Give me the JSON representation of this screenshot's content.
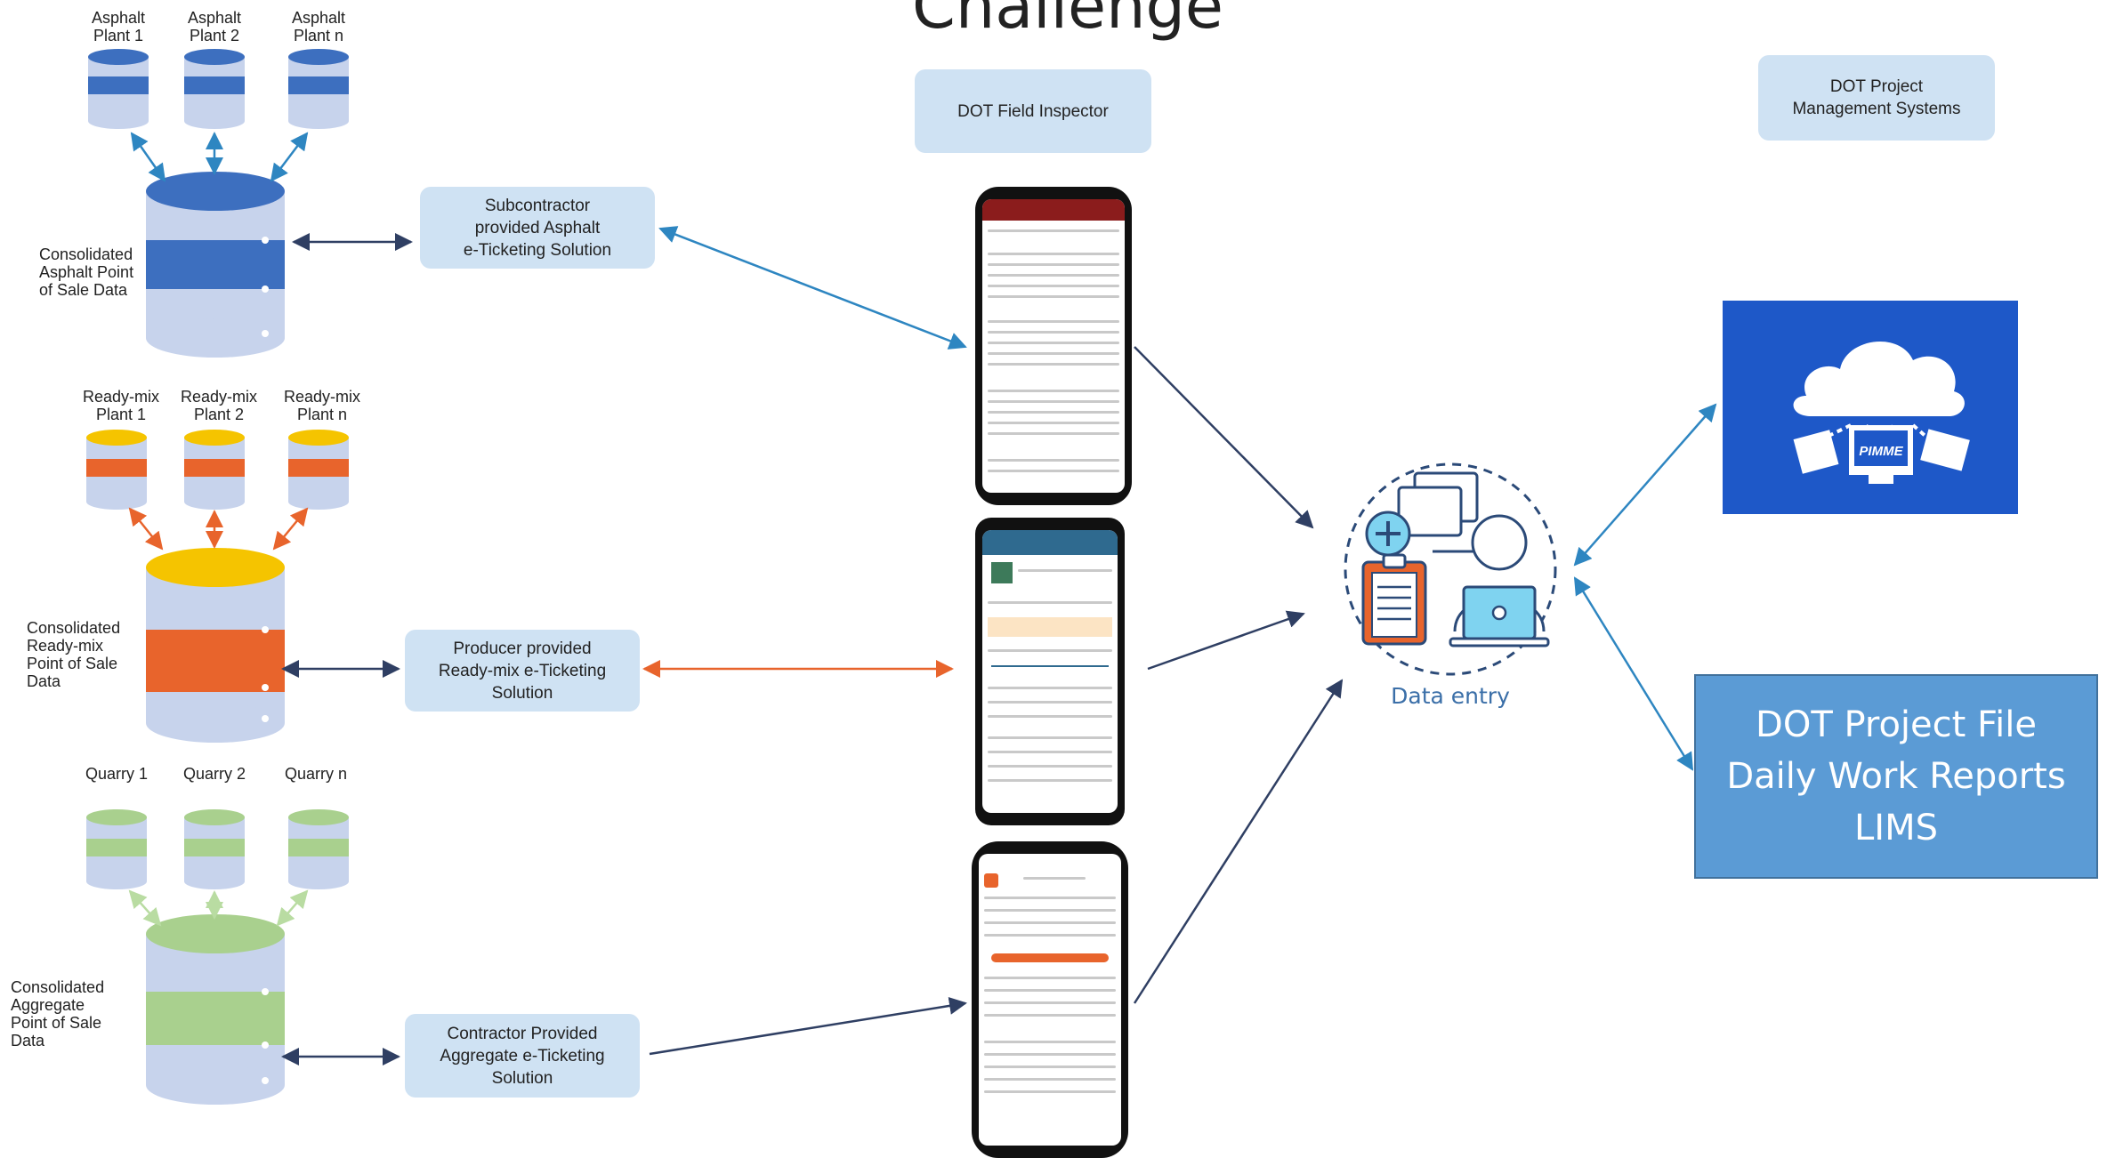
{
  "title": "Challenge",
  "columns": {
    "asphalt": {
      "sources": [
        "Asphalt\nPlant 1",
        "Asphalt\nPlant 2",
        "Asphalt\nPlant n"
      ],
      "consolidated": "Consolidated\nAsphalt Point\nof Sale  Data",
      "solution": "Subcontractor\nprovided Asphalt\ne-Ticketing Solution",
      "color": "#3d6fbf"
    },
    "readymix": {
      "sources": [
        "Ready-mix\nPlant 1",
        "Ready-mix\nPlant 2",
        "Ready-mix\nPlant n"
      ],
      "consolidated": "Consolidated\nReady-mix\nPoint of Sale\nData",
      "solution": "Producer provided\nReady-mix e-Ticketing\nSolution",
      "color": "#e8642c"
    },
    "aggregate": {
      "sources": [
        "Quarry 1",
        "Quarry 2",
        "Quarry n"
      ],
      "consolidated": "Consolidated\nAggregate\nPoint of Sale\nData",
      "solution": "Contractor Provided\nAggregate e-Ticketing\nSolution",
      "color": "#a9d08e"
    }
  },
  "field_inspector": "DOT Field Inspector",
  "project_management": "DOT Project\nManagement Systems",
  "data_entry": "Data entry",
  "project_file": [
    "DOT Project File",
    "Daily Work Reports",
    "LIMS"
  ],
  "cloud_label": "PIMME",
  "colors": {
    "box_fill": "#cfe2f3",
    "arrow_dark": "#2f3f63",
    "arrow_blue": "#2e86c1",
    "arrow_orange": "#e8642c",
    "arrow_green": "#b9dca2"
  }
}
